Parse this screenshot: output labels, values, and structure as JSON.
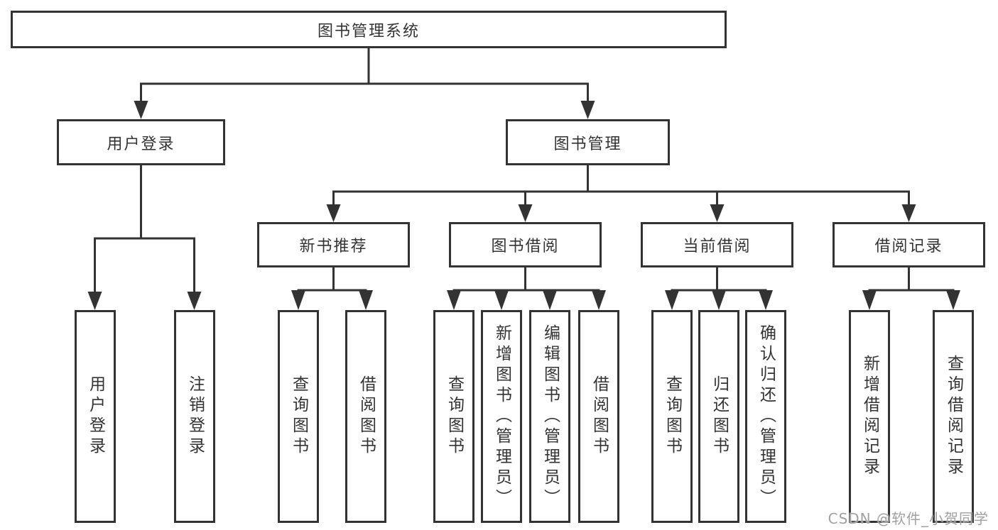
{
  "tree": {
    "root": {
      "label": "图书管理系统"
    },
    "branches": [
      {
        "label": "用户登录",
        "children": [
          {
            "label": "用户登录"
          },
          {
            "label": "注销登录"
          }
        ]
      },
      {
        "label": "图书管理",
        "children": [
          {
            "label": "新书推荐",
            "children": [
              {
                "label": "查询图书"
              },
              {
                "label": "借阅图书"
              }
            ]
          },
          {
            "label": "图书借阅",
            "children": [
              {
                "label": "查询图书"
              },
              {
                "label": "新增图书（管理员）"
              },
              {
                "label": "编辑图书（管理员）"
              },
              {
                "label": "借阅图书"
              }
            ]
          },
          {
            "label": "当前借阅",
            "children": [
              {
                "label": "查询图书"
              },
              {
                "label": "归还图书"
              },
              {
                "label": "确认归还（管理员）"
              }
            ]
          },
          {
            "label": "借阅记录",
            "children": [
              {
                "label": "新增借阅记录"
              },
              {
                "label": "查询借阅记录"
              }
            ]
          }
        ]
      }
    ]
  },
  "watermark": {
    "text": "CSDN @软件_小贺同学"
  },
  "colors": {
    "line": "#333333",
    "text": "#333333",
    "watermark": "#a0a0a0",
    "background": "#ffffff"
  }
}
